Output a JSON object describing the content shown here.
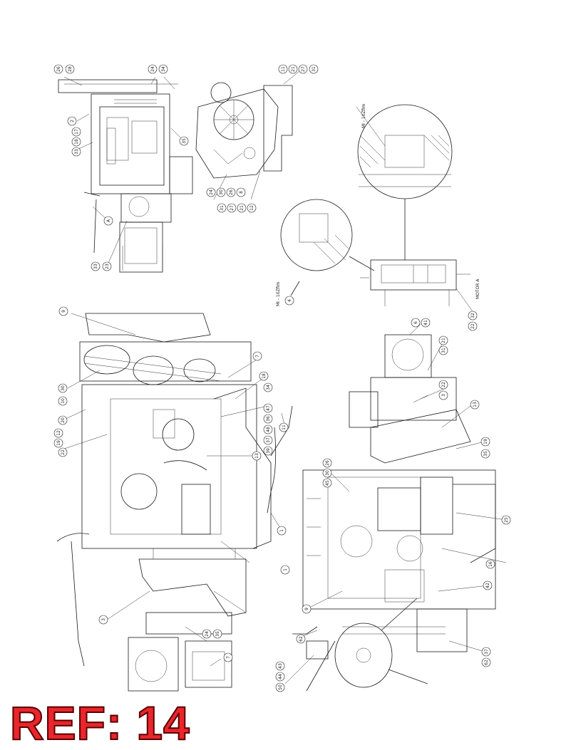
{
  "ref_label": "REF: 14",
  "colors": {
    "ref_fill": "#e8262b",
    "ref_outline": "#5a0000",
    "line": "#1a1a1a"
  },
  "section_labels": [
    "MI - 10Zfim",
    "MI - 10Zfim",
    "MOTOR A"
  ],
  "view_top_left": [
    "26",
    "28",
    "24",
    "34",
    "2",
    "17",
    "18",
    "33",
    "35",
    "33",
    "23",
    "A"
  ],
  "view_top_mid": [
    "11",
    "21",
    "27",
    "31",
    "24",
    "30",
    "26",
    "8",
    "31",
    "27",
    "21",
    "12"
  ],
  "view_detail": [
    "4",
    "32",
    "22"
  ],
  "view_bottom_left": [
    "9",
    "30",
    "10",
    "20",
    "12",
    "19",
    "22",
    "7",
    "18",
    "34",
    "47",
    "36",
    "48",
    "37",
    "39",
    "13",
    "3",
    "24",
    "35",
    "7",
    "1",
    "11"
  ],
  "view_bottom_right": [
    "6",
    "41",
    "21",
    "31",
    "22",
    "3",
    "13",
    "19",
    "35",
    "26",
    "30",
    "45",
    "25",
    "16",
    "42",
    "9",
    "62",
    "43",
    "44",
    "50",
    "37",
    "62",
    "1"
  ]
}
